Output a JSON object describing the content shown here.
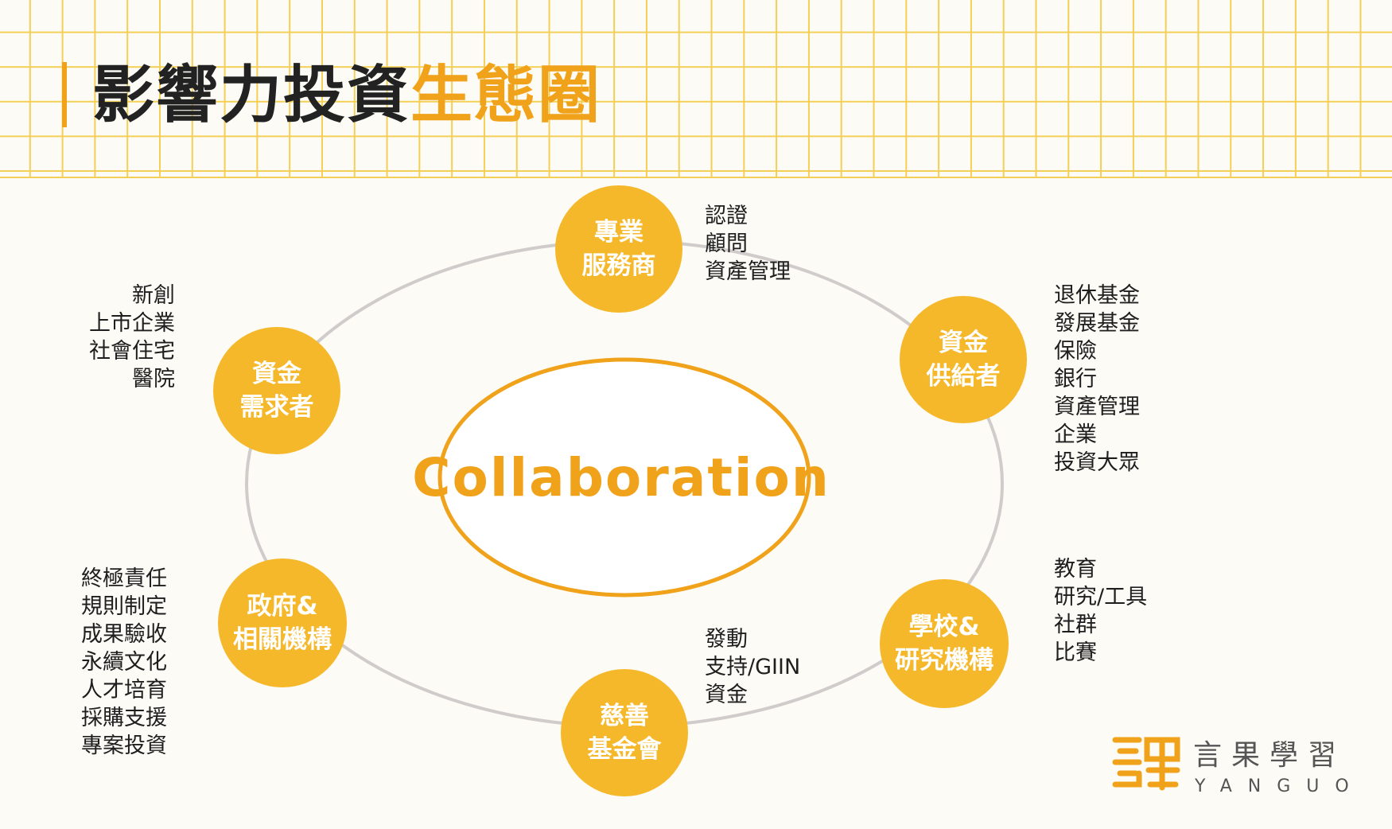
{
  "title": {
    "main": "影響力投資",
    "accent": "生態圈"
  },
  "center": {
    "label": "Collaboration"
  },
  "nodes": {
    "professional": {
      "line1": "專業",
      "line2": "服務商"
    },
    "supplier": {
      "line1": "資金",
      "line2": "供給者"
    },
    "demand": {
      "line1": "資金",
      "line2": "需求者"
    },
    "government": {
      "line1": "政府&",
      "line2": "相關機構"
    },
    "school": {
      "line1": "學校&",
      "line2": "研究機構"
    },
    "foundation": {
      "line1": "慈善",
      "line2": "基金會"
    }
  },
  "lists": {
    "professional": [
      "認證",
      "顧問",
      "資產管理"
    ],
    "supplier": [
      "退休基金",
      "發展基金",
      "保險",
      "銀行",
      "資產管理",
      "企業",
      "投資大眾"
    ],
    "demand": [
      "新創",
      "上市企業",
      "社會住宅",
      "醫院"
    ],
    "government": [
      "終極責任",
      "規則制定",
      "成果驗收",
      "永續文化",
      "人才培育",
      "採購支援",
      "專案投資"
    ],
    "school": [
      "教育",
      "研究/工具",
      "社群",
      "比賽"
    ],
    "foundation": [
      "發動",
      "支持/GIIN",
      "資金"
    ]
  },
  "logo": {
    "chinese": "言果學習",
    "english": "YANGUO"
  },
  "colors": {
    "accent": "#f0a21b",
    "node_fill": "#f5b82a",
    "grid": "#f3cf55",
    "ring": "#cfcccb",
    "background": "#fdfbf5"
  }
}
